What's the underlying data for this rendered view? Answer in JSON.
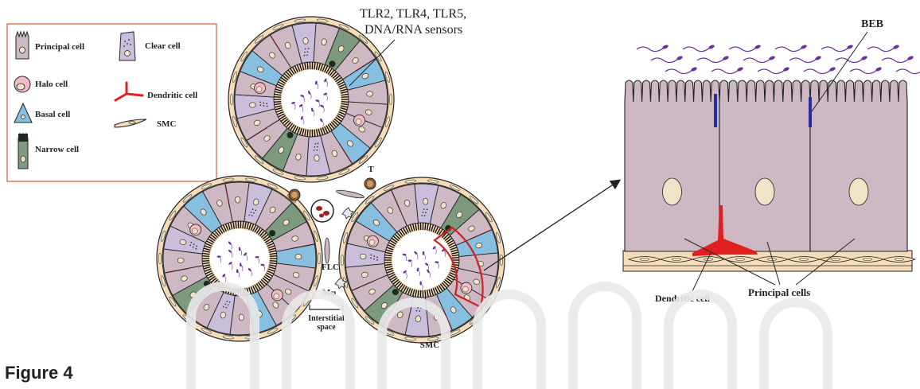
{
  "legend": {
    "items": [
      {
        "key": "principal",
        "label": "Principal cell"
      },
      {
        "key": "halo",
        "label": "Halo cell"
      },
      {
        "key": "basal",
        "label": "Basal cell"
      },
      {
        "key": "narrow",
        "label": "Narrow cell"
      },
      {
        "key": "clear",
        "label": "Clear cell"
      },
      {
        "key": "dendritic",
        "label": "Dendritic cell"
      },
      {
        "key": "smc",
        "label": "SMC"
      }
    ]
  },
  "labels": {
    "sensors_line1": "TLR2, TLR4, TLR5,",
    "sensors_line2": "DNA/RNA sensors",
    "t_cell": "T",
    "flc": "FLC",
    "macrophage": "Mφ",
    "interstitial_line1": "Interstitial",
    "interstitial_line2": "space",
    "smc": "SMC",
    "beb": "BEB",
    "dendritic_cell": "Dendritic cell",
    "principal_cells": "Principal cells"
  },
  "colors": {
    "principal": "#cdb8c3",
    "clear": "#c9bfdc",
    "basal": "#86bfe0",
    "narrow": "#7e9a7e",
    "halo": "#f4b9c6",
    "dendritic": "#e02020",
    "smc": "#f6dcb8",
    "outline": "#222222",
    "sperm": "#6a2fa0",
    "beb_barrier": "#2530a0",
    "legend_border": "#d9573a",
    "nucleus": "#efe3c8"
  },
  "caption": "Figure 4"
}
